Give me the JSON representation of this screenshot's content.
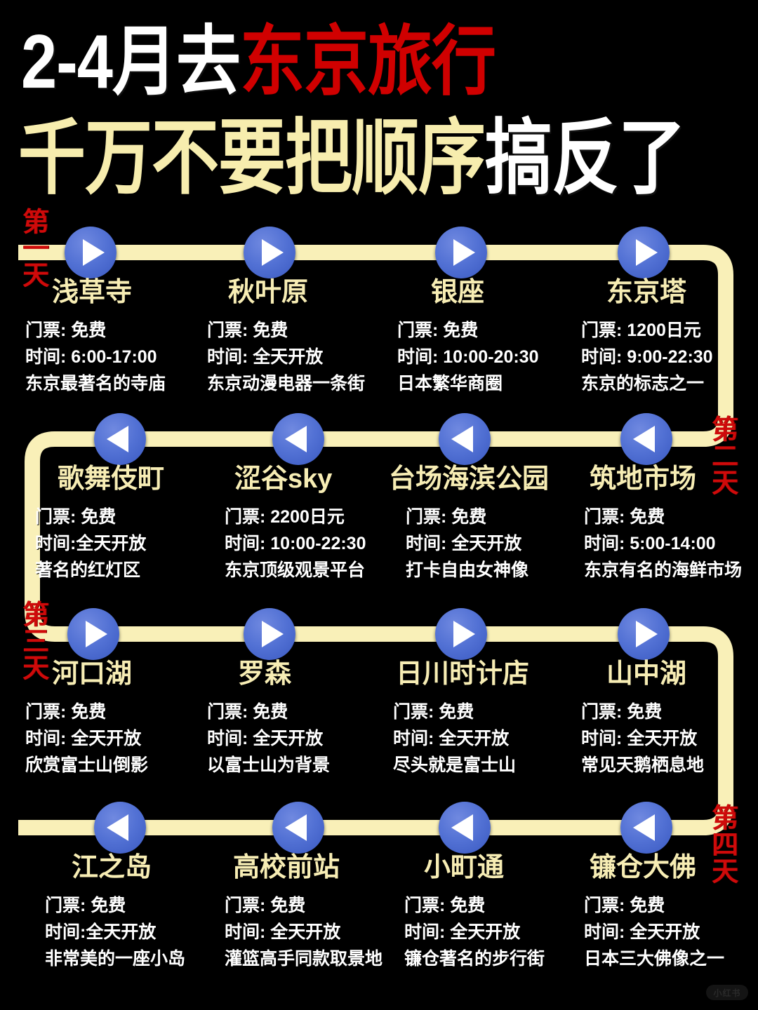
{
  "headline": {
    "line1_white": "2-4月去",
    "line1_red": "东京旅行",
    "line2_cream": "千万不要把顺序",
    "line2_white": "搞反了"
  },
  "colors": {
    "background": "#000000",
    "track": "#f9f0b8",
    "node": "#5271d4",
    "node_arrow": "#ffffff",
    "stop_name": "#f7edb4",
    "body_text": "#ffffff",
    "day_label": "#cf0a0a",
    "headline_red": "#d00000",
    "headline_cream": "#f7edae"
  },
  "day_labels": [
    {
      "text": "第一天",
      "day": 1
    },
    {
      "text": "第二天",
      "day": 2
    },
    {
      "text": "第三天",
      "day": 3
    },
    {
      "text": "第四天",
      "day": 4
    }
  ],
  "rows": [
    {
      "direction": "right",
      "stops": [
        {
          "name": "浅草寺",
          "ticket": "门票: 免费",
          "hours": "时间: 6:00-17:00",
          "note": "东京最著名的寺庙"
        },
        {
          "name": "秋叶原",
          "ticket": "门票: 免费",
          "hours": "时间: 全天开放",
          "note": "东京动漫电器一条街"
        },
        {
          "name": "银座",
          "ticket": "门票: 免费",
          "hours": "时间: 10:00-20:30",
          "note": "日本繁华商圈"
        },
        {
          "name": "东京塔",
          "ticket": "门票: 1200日元",
          "hours": "时间: 9:00-22:30",
          "note": "东京的标志之一"
        }
      ]
    },
    {
      "direction": "left",
      "stops": [
        {
          "name": "歌舞伎町",
          "ticket": "门票: 免费",
          "hours": "时间:全天开放",
          "note": "著名的红灯区"
        },
        {
          "name": "涩谷sky",
          "ticket": "门票: 2200日元",
          "hours": "时间: 10:00-22:30",
          "note": "东京顶级观景平台"
        },
        {
          "name": "台场海滨公园",
          "ticket": "门票: 免费",
          "hours": "时间: 全天开放",
          "note": "打卡自由女神像"
        },
        {
          "name": "筑地市场",
          "ticket": "门票: 免费",
          "hours": "时间: 5:00-14:00",
          "note": "东京有名的海鲜市场"
        }
      ]
    },
    {
      "direction": "right",
      "stops": [
        {
          "name": "河口湖",
          "ticket": "门票: 免费",
          "hours": "时间: 全天开放",
          "note": "欣赏富士山倒影"
        },
        {
          "name": "罗森",
          "ticket": "门票: 免费",
          "hours": "时间: 全天开放",
          "note": "以富士山为背景"
        },
        {
          "name": "日川时计店",
          "ticket": "门票: 免费",
          "hours": "时间: 全天开放",
          "note": "尽头就是富士山"
        },
        {
          "name": "山中湖",
          "ticket": "门票: 免费",
          "hours": "时间: 全天开放",
          "note": "常见天鹅栖息地"
        }
      ]
    },
    {
      "direction": "left",
      "stops": [
        {
          "name": "江之岛",
          "ticket": "门票: 免费",
          "hours": "时间:全天开放",
          "note": "非常美的一座小岛"
        },
        {
          "name": "高校前站",
          "ticket": "门票: 免费",
          "hours": "时间: 全天开放",
          "note": "灌篮高手同款取景地"
        },
        {
          "name": "小町通",
          "ticket": "门票: 免费",
          "hours": "时间: 全天开放",
          "note": "镰仓著名的步行街"
        },
        {
          "name": "镰仓大佛",
          "ticket": "门票: 免费",
          "hours": "时间: 全天开放",
          "note": "日本三大佛像之一"
        }
      ]
    }
  ],
  "watermark": {
    "text": "小红书"
  }
}
